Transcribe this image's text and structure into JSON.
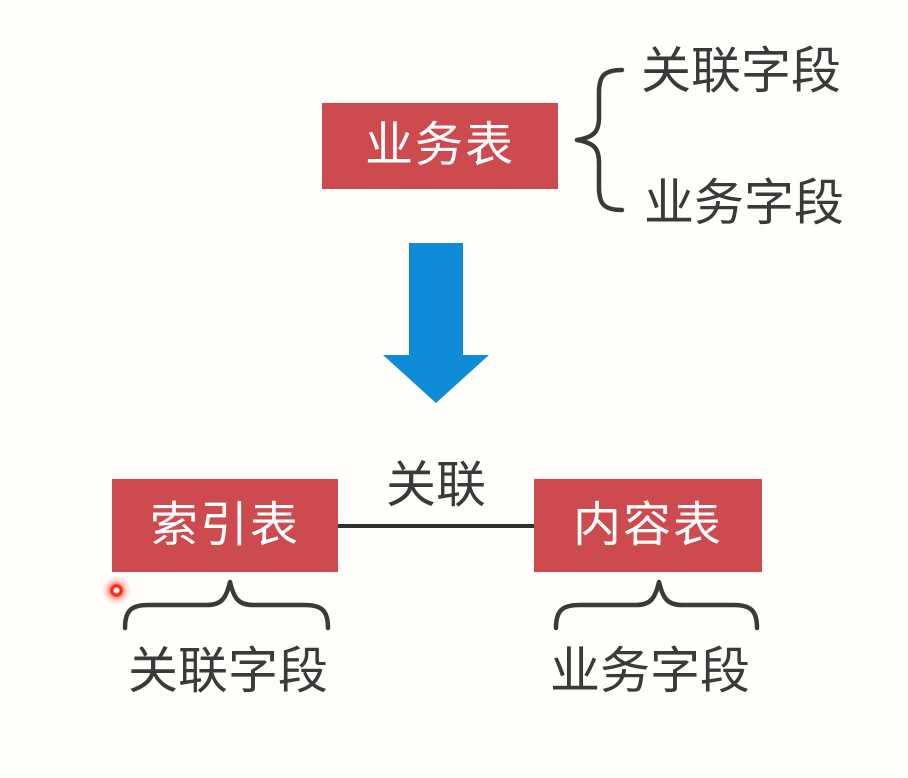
{
  "colors": {
    "bg": "#fffefb",
    "red": "#cd4a4f",
    "blue": "#0e8cd8",
    "ink": "#3a3a3a",
    "box-text": "#ffffff"
  },
  "top": {
    "box_label": "业务表",
    "fields": [
      "关联字段",
      "业务字段"
    ]
  },
  "bottom": {
    "relation_label": "关联",
    "left_table": {
      "label": "索引表",
      "field": "关联字段"
    },
    "right_table": {
      "label": "内容表",
      "field": "业务字段"
    }
  },
  "icons": {
    "arrow": "down-arrow-icon",
    "pointer": "laser-pointer-dot"
  }
}
